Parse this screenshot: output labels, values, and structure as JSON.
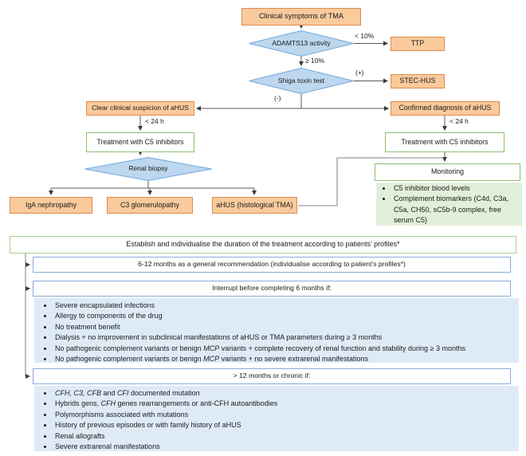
{
  "flowchart": {
    "clinical_symptoms": "Clinical symptoms of TMA",
    "adamts13_diamond": "ADAMTS13 activity",
    "ttp": "TTP",
    "shiga_diamond": "Shiga toxin test",
    "stec_hus": "STEC-HUS",
    "clear_suspicion": "Clear clinical suspicion of aHUS",
    "confirmed_diagnosis": "Confirmed diagnosis of aHUS",
    "treatment": "Treatment with C5 inhibitors",
    "renal_biopsy_diamond": "Renal biopsy",
    "iga_nephropathy": "IgA nephropathy",
    "c3_glomerulopathy": "C3 glomerulopathy",
    "ahus_histological": "aHUS (histological TMA)",
    "labels": {
      "lt10": "< 10%",
      "gte10": "≥ 10%",
      "positive": "(+)",
      "negative": "(-)",
      "lt24h": "< 24 h"
    },
    "monitoring": {
      "title": "Monitoring",
      "bullets": [
        "C5 inhibitor blood levels",
        "Complement biomarkers (C4d, C3a, C5a, CH50, sC5b-9 complex, free serum C5)"
      ]
    }
  },
  "duration": {
    "establish": "Establish and individualise the duration of the treatment according to patients’ profiles*",
    "general_recommendation": "6-12 months as a general recommendation (individualise according to patient’s profiles*)",
    "interrupt": {
      "title": "Interrupt before completing 6 months if:",
      "bullets": [
        "Severe encapsulated infections",
        "Allergy to components of the drug",
        "No treatment benefit",
        "Dialysis + no improvement in subclinical manifestations of aHUS or TMA parameters during ≥ 3 months",
        "No pathogenic complement variants or benign *MCP* variants + complete recovery of renal function and stability during ≥ 3 months",
        "No pathogenic complement variants or benign *MCP* variants + no severe extrarenal manifestations"
      ]
    },
    "chronic": {
      "title": "> 12 months or chronic if:",
      "bullets": [
        "*CFH, C3, CFB* and *CFI* documented mutation",
        "Hybrids gens, *CFH* genes rearrangements or anti-CFH autoantibodies",
        "Polymorphisms associated with mutations",
        "History of previous episodes or with family history of aHUS",
        "Renal allografts",
        "Severe extrarenal manifestations"
      ]
    }
  },
  "colors": {
    "orange_fill": "#F9CA9C",
    "orange_border": "#DE8B4E",
    "diamond_fill": "#BDD7EE",
    "diamond_border": "#6FA8DC",
    "green_border": "#8FBF72",
    "green_border_light": "#A9D18E",
    "green_fill": "#E2EFDA",
    "blue_border": "#8EAADB",
    "blue_fill": "#DEEBF7",
    "line": "#595959",
    "line_light": "#808080"
  }
}
